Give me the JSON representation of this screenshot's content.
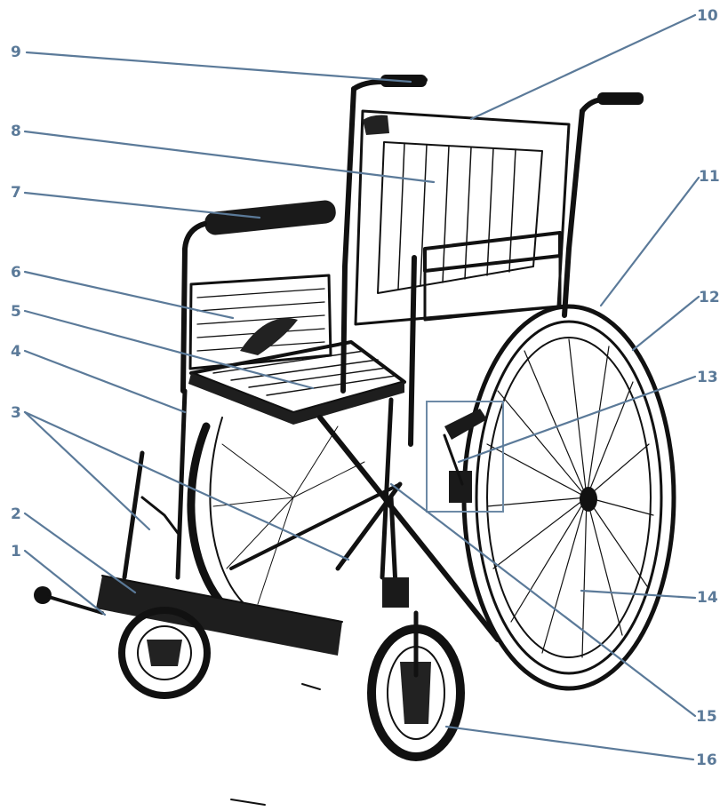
{
  "callout_color": "#5b7a99",
  "ink_color": "#111111",
  "callouts": [
    {
      "label": "1"
    },
    {
      "label": "2"
    },
    {
      "label": "3"
    },
    {
      "label": "4"
    },
    {
      "label": "5"
    },
    {
      "label": "6"
    },
    {
      "label": "7"
    },
    {
      "label": "8"
    },
    {
      "label": "9"
    },
    {
      "label": "10"
    },
    {
      "label": "11"
    },
    {
      "label": "12"
    },
    {
      "label": "13"
    },
    {
      "label": "14"
    },
    {
      "label": "15"
    },
    {
      "label": "16"
    }
  ]
}
